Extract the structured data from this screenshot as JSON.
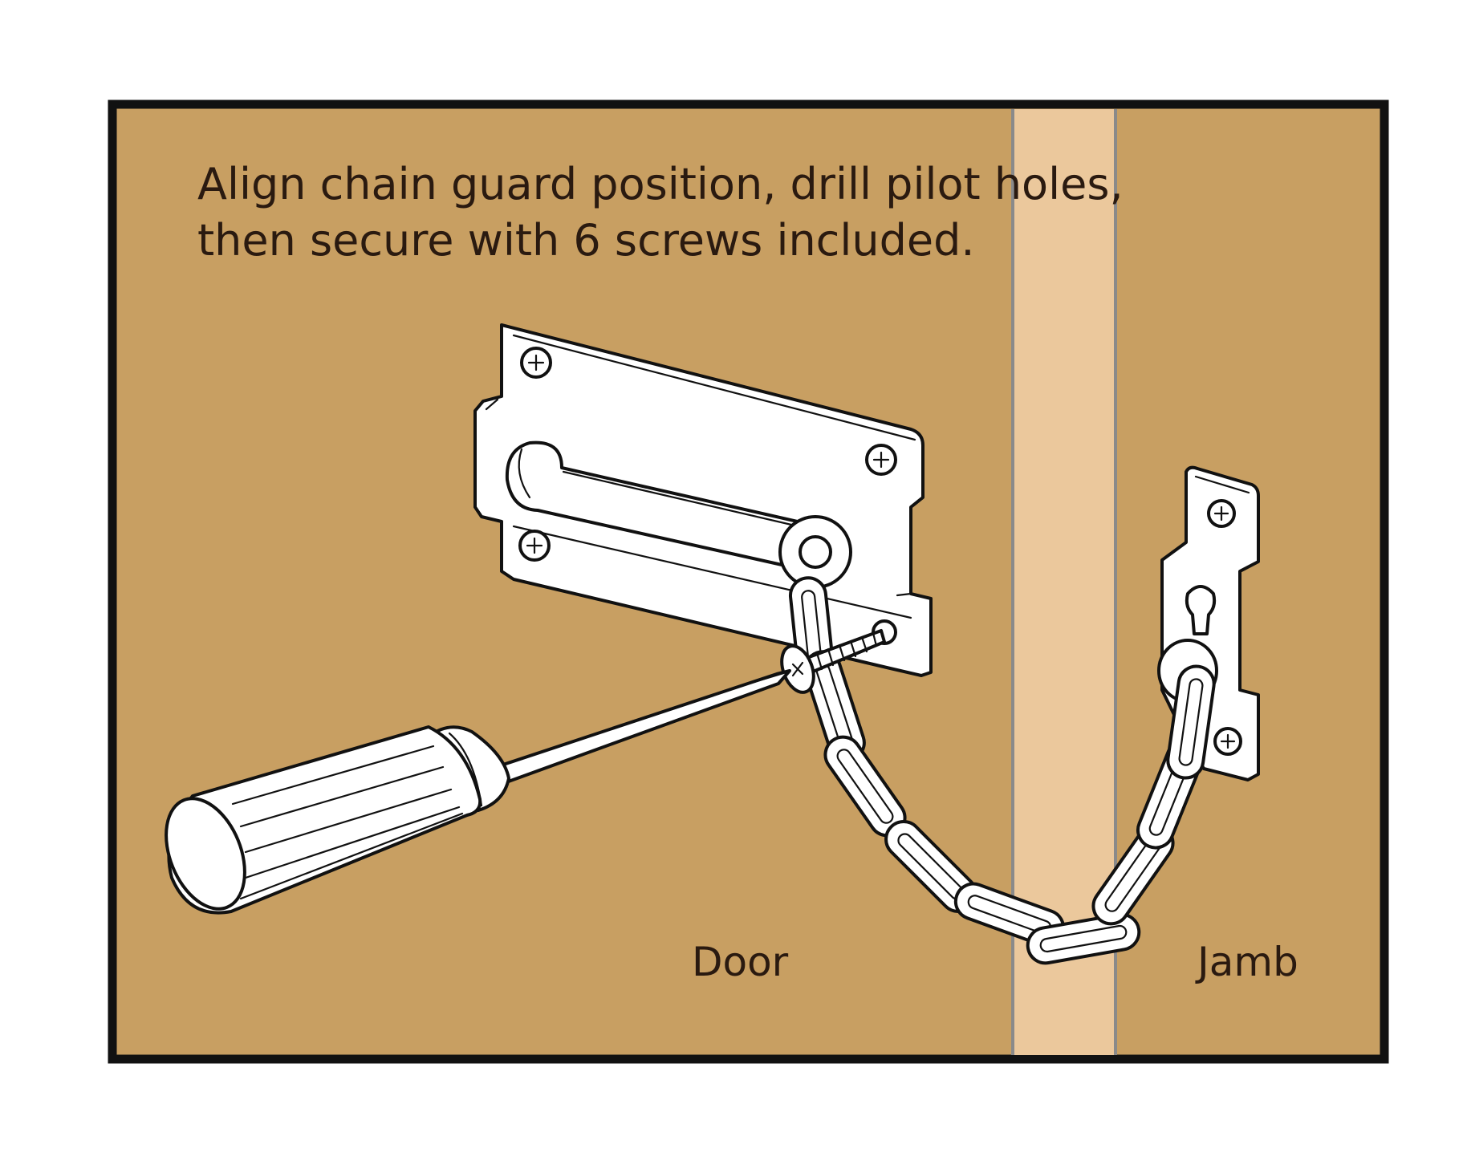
{
  "instruction": {
    "line1": "Align chain guard position, drill pilot holes,",
    "line2": "then secure with 6 screws included."
  },
  "labels": {
    "door": "Door",
    "jamb": "Jamb"
  },
  "colors": {
    "door_wood": "#c89f62",
    "jamb_strip": "#ebc89c",
    "frame_border": "#111111",
    "text": "#2a1a10",
    "hardware": "#ffffff"
  },
  "icons": {
    "tool": "screwdriver-icon",
    "fastener": "phillips-screw-icon"
  }
}
